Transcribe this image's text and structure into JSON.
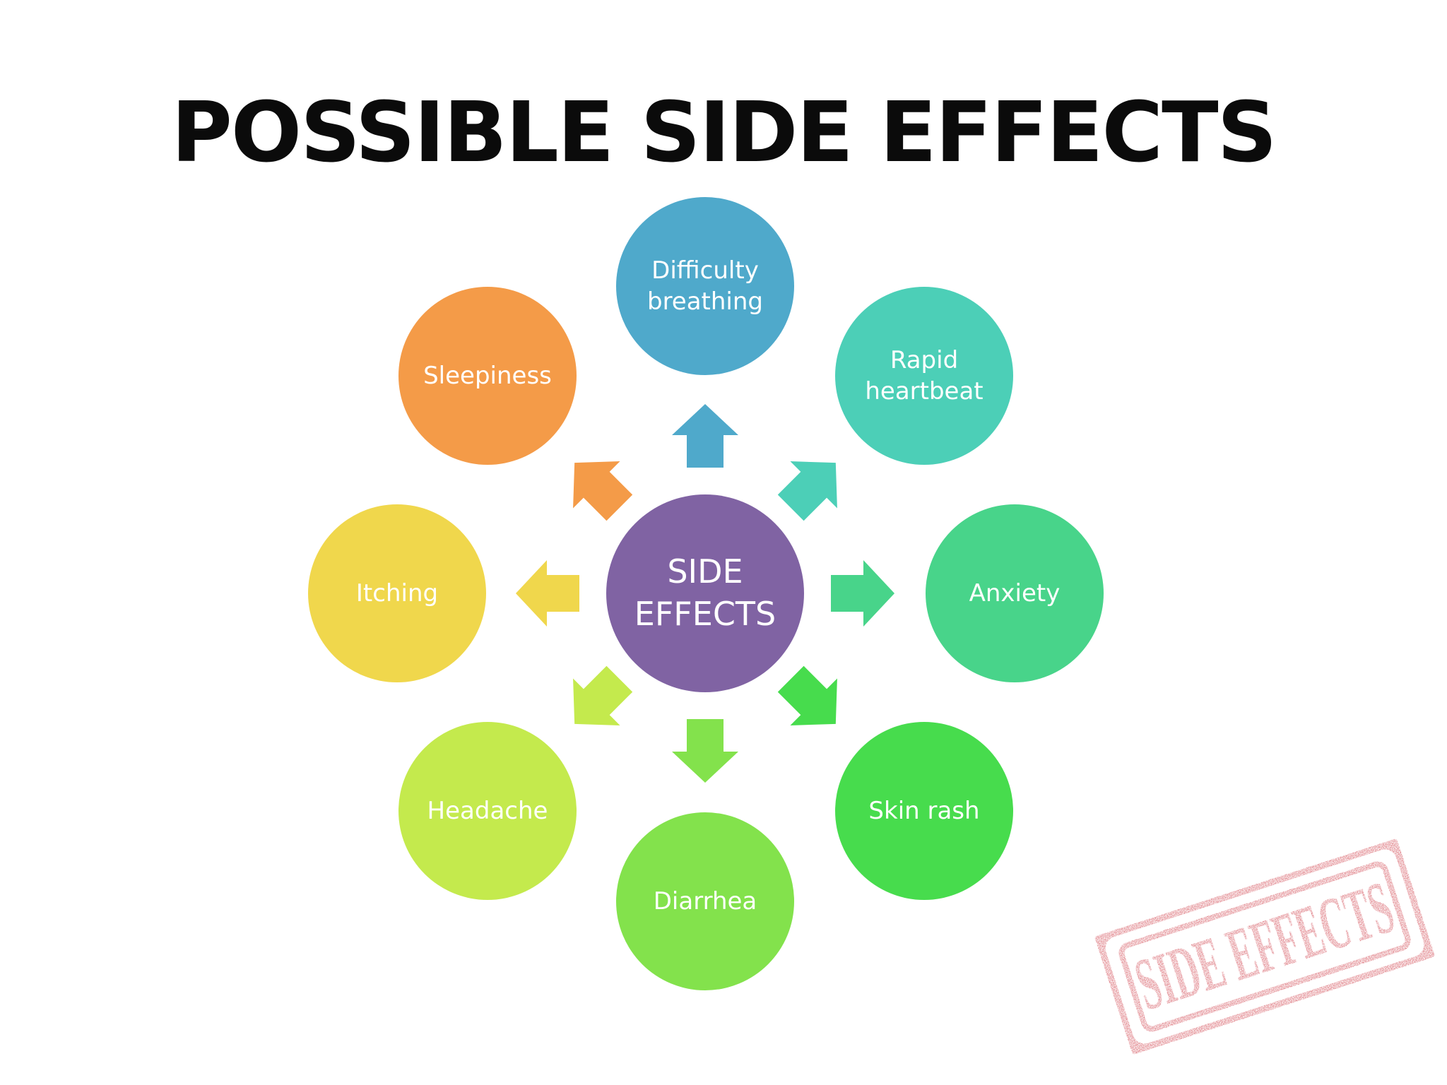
{
  "title": "POSSIBLE SIDE EFFECTS",
  "center": {
    "label": "SIDE\nEFFECTS",
    "color": "#8063a3"
  },
  "nodes": [
    {
      "id": "difficulty-breathing",
      "label": "Difficulty\nbreathing",
      "color": "#4fa9cb"
    },
    {
      "id": "rapid-heartbeat",
      "label": "Rapid\nheartbeat",
      "color": "#4ccfb7"
    },
    {
      "id": "anxiety",
      "label": "Anxiety",
      "color": "#48d48a"
    },
    {
      "id": "skin-rash",
      "label": "Skin rash",
      "color": "#47dc4d"
    },
    {
      "id": "diarrhea",
      "label": "Diarrhea",
      "color": "#83e24c"
    },
    {
      "id": "headache",
      "label": "Headache",
      "color": "#c4ea4d"
    },
    {
      "id": "itching",
      "label": "Itching",
      "color": "#f0d74c"
    },
    {
      "id": "sleepiness",
      "label": "Sleepiness",
      "color": "#f49b48"
    }
  ],
  "stamp": {
    "text": "SIDE EFFECTS",
    "color": "#c8202c"
  }
}
